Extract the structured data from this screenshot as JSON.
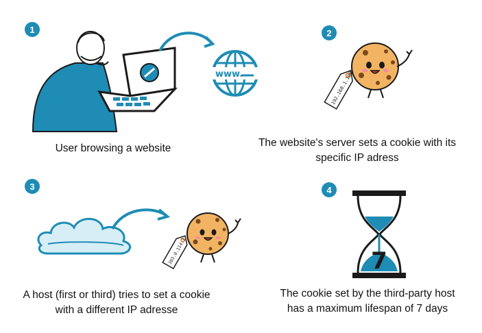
{
  "steps": [
    {
      "number": "1",
      "caption_lines": [
        "User browsing a website"
      ],
      "icon": "user-laptop-globe"
    },
    {
      "number": "2",
      "caption_lines": [
        "The website's server sets a cookie with its",
        "specific IP adress"
      ],
      "icon": "cookie-with-ip-tag",
      "tag_text": "192.168.1.100"
    },
    {
      "number": "3",
      "caption_lines": [
        "A host (first or third) tries to set a cookie",
        "with a different IP adresse"
      ],
      "icon": "cloud-to-cookie",
      "tag_text": "203.0.114.1"
    },
    {
      "number": "4",
      "caption_lines": [
        "The cookie set by the third-party host",
        "has a maximum lifespan of 7 days"
      ],
      "icon": "hourglass",
      "hourglass_number": "7"
    }
  ],
  "globe_text": "www.",
  "colors": {
    "accent": "#1e8cb4",
    "cookie": "#f2b463",
    "chip": "#7a4a1e",
    "dark": "#1a1a1a"
  }
}
